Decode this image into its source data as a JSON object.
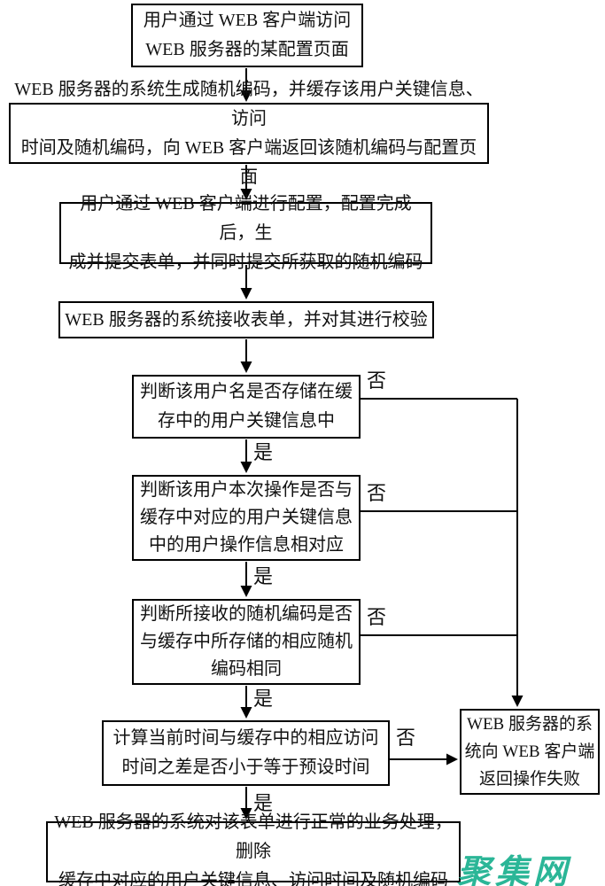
{
  "page": {
    "background": "#ffffff"
  },
  "diagram": {
    "type": "flowchart",
    "nodes": {
      "n1": {
        "shape": "rect",
        "text": "用户通过 WEB 客户端访问\nWEB 服务器的某配置页面"
      },
      "n2": {
        "shape": "rect",
        "text": "WEB 服务器的系统生成随机编码，并缓存该用户关键信息、访问\n时间及随机编码，向 WEB 客户端返回该随机编码与配置页面"
      },
      "n3": {
        "shape": "rect",
        "text": "用户通过 WEB 客户端进行配置，配置完成后，生\n成并提交表单，并同时提交所获取的随机编码"
      },
      "n4": {
        "shape": "rect",
        "text": "WEB 服务器的系统接收表单，并对其进行校验"
      },
      "n5": {
        "shape": "rect",
        "text": "判断该用户名是否存储在缓\n存中的用户关键信息中"
      },
      "n6": {
        "shape": "rect",
        "text": "判断该用户本次操作是否与\n缓存中对应的用户关键信息\n中的用户操作信息相对应"
      },
      "n7": {
        "shape": "rect",
        "text": "判断所接收的随机编码是否\n与缓存中所存储的相应随机\n编码相同"
      },
      "n8": {
        "shape": "rect",
        "text": "计算当前时间与缓存中的相应访问\n时间之差是否小于等于预设时间"
      },
      "n9": {
        "shape": "rect",
        "text": "WEB 服务器的系统对该表单进行正常的业务处理，删除\n缓存中对应的用户关键信息、访问时间及随机编码"
      },
      "fail": {
        "shape": "rect",
        "text": "WEB 服务器的系\n统向 WEB 客户端\n返回操作失败"
      }
    },
    "edges": [
      {
        "from": "n1",
        "to": "n2",
        "label": ""
      },
      {
        "from": "n2",
        "to": "n3",
        "label": ""
      },
      {
        "from": "n3",
        "to": "n4",
        "label": ""
      },
      {
        "from": "n4",
        "to": "n5",
        "label": ""
      },
      {
        "from": "n5",
        "to": "n6",
        "label": "是"
      },
      {
        "from": "n5",
        "to": "fail",
        "label": "否"
      },
      {
        "from": "n6",
        "to": "n7",
        "label": "是"
      },
      {
        "from": "n6",
        "to": "fail",
        "label": "否"
      },
      {
        "from": "n7",
        "to": "n8",
        "label": "是"
      },
      {
        "from": "n7",
        "to": "fail",
        "label": "否"
      },
      {
        "from": "n8",
        "to": "n9",
        "label": "是"
      },
      {
        "from": "n8",
        "to": "fail",
        "label": "否"
      }
    ],
    "colors": {
      "line": "#000000",
      "node_background": "#ffffff",
      "text": "#111111"
    }
  },
  "watermark": {
    "text": "聚集网",
    "color": "#2bb697"
  }
}
